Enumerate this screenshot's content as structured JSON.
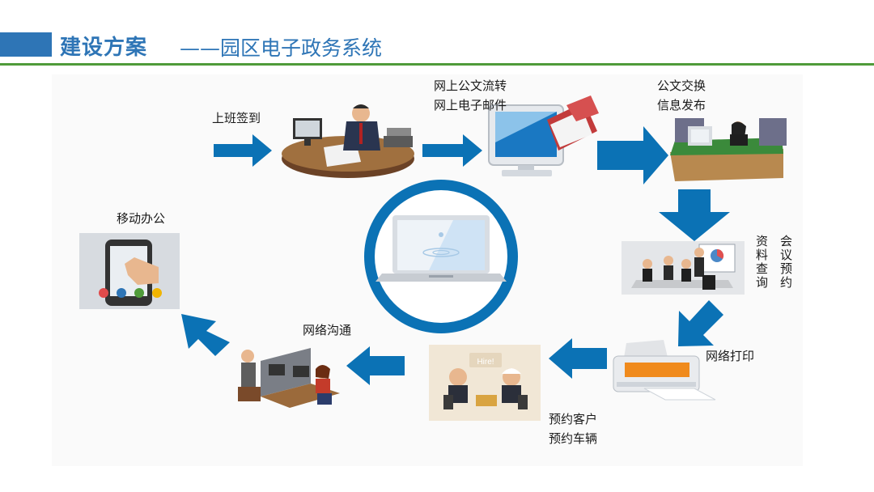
{
  "header": {
    "title": "建设方案",
    "subtitle": "——园区电子政务系统"
  },
  "labels": {
    "checkin": "上班签到",
    "doc_flow": "网上公文流转",
    "email": "网上电子邮件",
    "doc_exchange": "公文交换",
    "info_publish": "信息发布",
    "data_query": "资料查询",
    "meeting_booking": "会议预约",
    "network_print": "网络打印",
    "client_booking": "预约客户",
    "vehicle_booking": "预约车辆",
    "network_comm": "网络沟通",
    "mobile_office": "移动办公",
    "hire_sign": "Hire!"
  },
  "colors": {
    "brand": "#2e75b6",
    "arrow": "#0b72b5",
    "accent_line": "#4f9b3a"
  }
}
